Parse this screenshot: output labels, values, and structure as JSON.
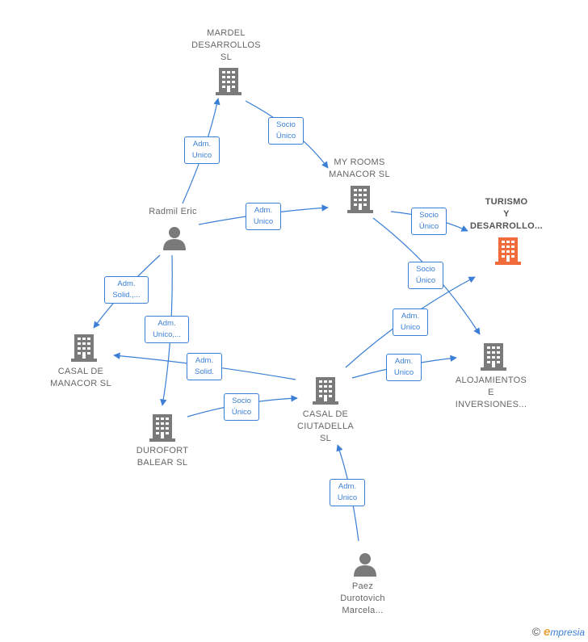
{
  "colors": {
    "edge": "#3a7fd5",
    "building": "#7a7a7a",
    "building_focus": "#f26b3a",
    "person": "#7a7a7a"
  },
  "nodes": {
    "mardel": {
      "label": "MARDEL\nDESARROLLOS\nSL",
      "icon": "building-icon"
    },
    "myrooms": {
      "label": "MY ROOMS\nMANACOR  SL",
      "icon": "building-icon"
    },
    "turismo": {
      "label": "TURISMO\nY\nDESARROLLO...",
      "icon": "building-icon-highlighted"
    },
    "radmil": {
      "label": "Radmil Eric",
      "icon": "person-icon"
    },
    "casal_manacor": {
      "label": "CASAL DE\nMANACOR  SL",
      "icon": "building-icon"
    },
    "alojamientos": {
      "label": "ALOJAMIENTOS\nE\nINVERSIONES...",
      "icon": "building-icon"
    },
    "casal_ciutadella": {
      "label": "CASAL DE\nCIUTADELLA\nSL",
      "icon": "building-icon"
    },
    "durofort": {
      "label": "DUROFORT\nBALEAR  SL",
      "icon": "building-icon"
    },
    "paez": {
      "label": "Paez\nDurotovich\nMarcela...",
      "icon": "person-icon"
    }
  },
  "relations": {
    "r1": "Adm.\nUnico",
    "r2": "Socio\nÚnico",
    "r3": "Adm.\nUnico",
    "r4": "Socio\nÚnico",
    "r5": "Socio\nÚnico",
    "r6": "Adm.\nSolid.,...",
    "r7": "Adm.\nUnico,...",
    "r8": "Adm.\nUnico",
    "r9": "Adm.\nSolid.",
    "r10": "Adm.\nUnico",
    "r11": "Socio\nÚnico",
    "r12": "Adm.\nUnico"
  },
  "brand": {
    "copyright": "©",
    "e": "e",
    "rest": "mpresia"
  }
}
